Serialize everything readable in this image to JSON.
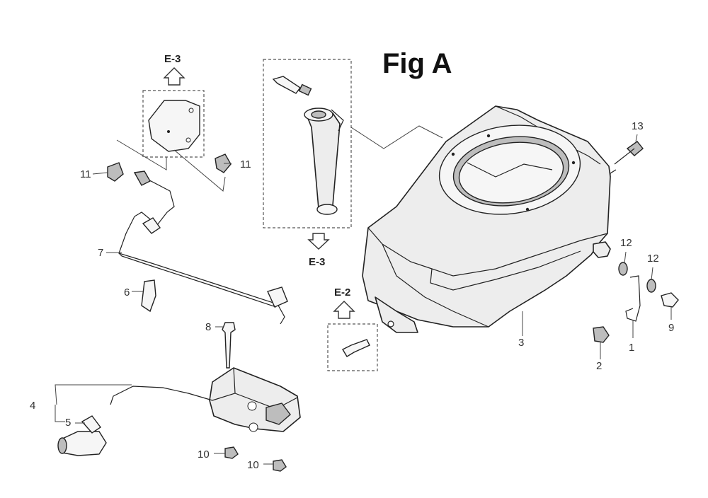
{
  "title": "Fig A",
  "references": {
    "e3_top": "E-3",
    "e3_bottom": "E-3",
    "e2": "E-2"
  },
  "callouts": {
    "c1": "1",
    "c2": "2",
    "c3": "3",
    "c4": "4",
    "c5": "5",
    "c6": "6",
    "c7": "7",
    "c8": "8",
    "c9": "9",
    "c10a": "10",
    "c10b": "10",
    "c11a": "11",
    "c11b": "11",
    "c12a": "12",
    "c12b": "12",
    "c13": "13"
  }
}
